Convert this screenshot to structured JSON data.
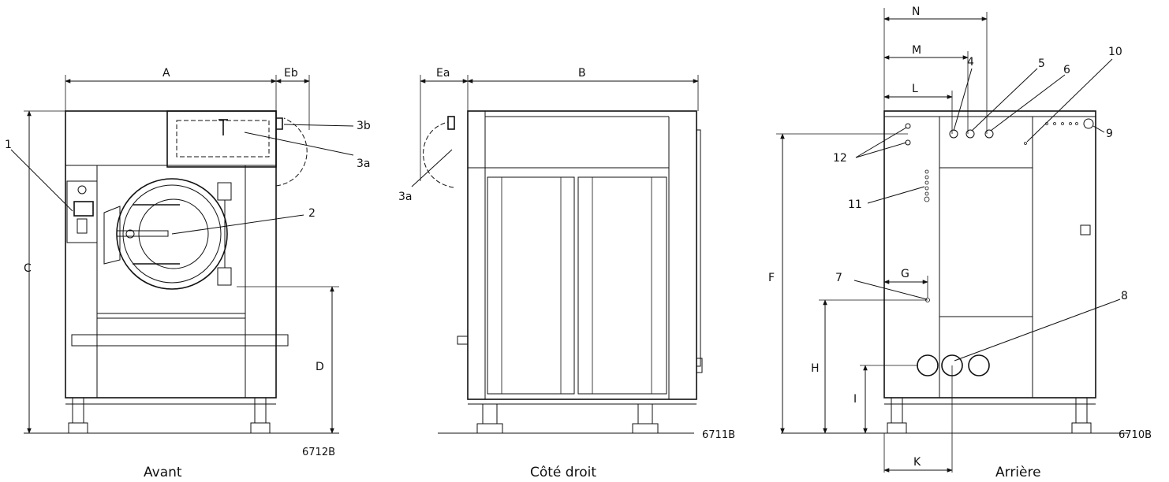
{
  "views": {
    "front": {
      "caption": "Avant",
      "code": "6712B"
    },
    "side": {
      "caption": "Côté droit",
      "code": "6711B"
    },
    "rear": {
      "caption": "Arrière",
      "code": "6710B"
    }
  },
  "dimensions": {
    "A": "A",
    "Eb": "Eb",
    "Ea": "Ea",
    "B": "B",
    "C": "C",
    "D": "D",
    "F": "F",
    "G": "G",
    "H": "H",
    "I": "I",
    "K": "K",
    "L": "L",
    "M": "M",
    "N": "N"
  },
  "callouts": {
    "c1": "1",
    "c2": "2",
    "c3a_front": "3a",
    "c3b": "3b",
    "c3a_side": "3a",
    "c4": "4",
    "c5": "5",
    "c6": "6",
    "c7": "7",
    "c8": "8",
    "c9": "9",
    "c10": "10",
    "c11": "11",
    "c12": "12"
  }
}
